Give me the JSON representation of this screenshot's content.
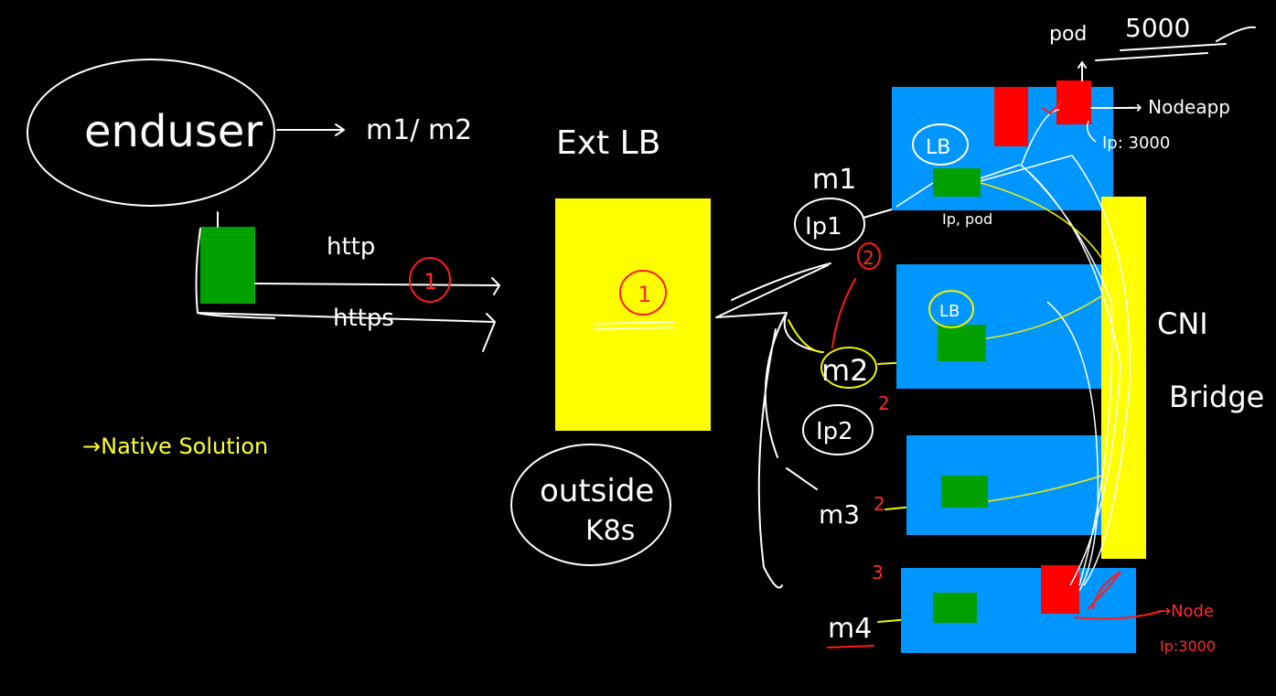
{
  "labels": {
    "enduser": "enduser",
    "m1_m2": "m1/ m2",
    "http": "http",
    "https": "https",
    "native_solution": "→Native Solution",
    "ext_lb": "Ext LB",
    "outside_k8s_line1": "outside",
    "outside_k8s_line2": "K8s",
    "marker_1_left": "1",
    "marker_1_center": "1",
    "m1": "m1",
    "ip1": "Ip1",
    "marker_2a": "2",
    "m2": "m2",
    "marker_2b": "2",
    "ip2": "Ip2",
    "m3": "m3",
    "marker_2c": "2",
    "marker_3": "3",
    "m4": "m4",
    "pod": "pod",
    "pod_count": "5000",
    "nodeapp": "→ Nodeapp",
    "ip_3000_top": "Ip: 3000",
    "lb_node1": "LB",
    "ip_pod": "Ip, pod",
    "lb_node2": "LB",
    "cni": "CNI",
    "bridge": "Bridge",
    "nodeapp_bottom": "→Node",
    "ip_3000_bottom": "Ip:3000"
  },
  "colors": {
    "background": "#000000",
    "node_blue": "#0096ff",
    "lb_yellow": "#ffff00",
    "pod_green": "#00a000",
    "pod_red": "#ff0000",
    "ink_white": "#ffffff",
    "ink_yellow": "#f2f200",
    "ink_red": "#ff1a1a"
  }
}
